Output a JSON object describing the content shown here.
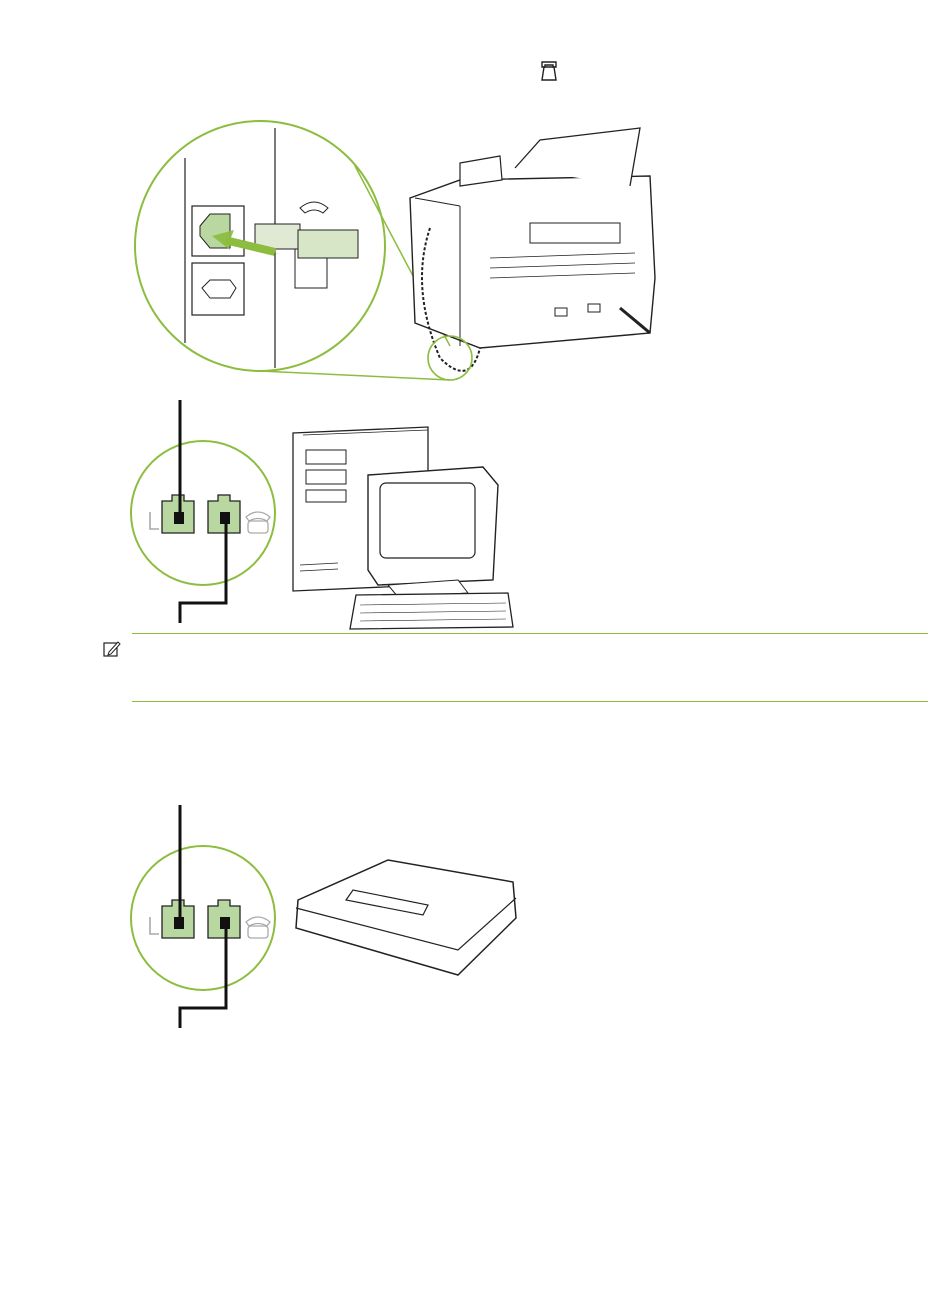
{
  "page": {
    "icons": {
      "top_inline_icon": "telephone-port-icon",
      "note_icon": "note-pencil-icon"
    },
    "colors": {
      "accent_green": "#8cbd3f",
      "port_green": "#b9d8a1",
      "line_black": "#111111"
    },
    "figures": [
      {
        "name": "fax-rear-telephone-port-connection",
        "icon": "fax-machine-rear-icon"
      },
      {
        "name": "computer-modem-connection",
        "icon": "desktop-computer-icon"
      },
      {
        "name": "answering-machine-connection",
        "icon": "answering-machine-icon"
      }
    ],
    "note": {
      "text": ""
    }
  }
}
